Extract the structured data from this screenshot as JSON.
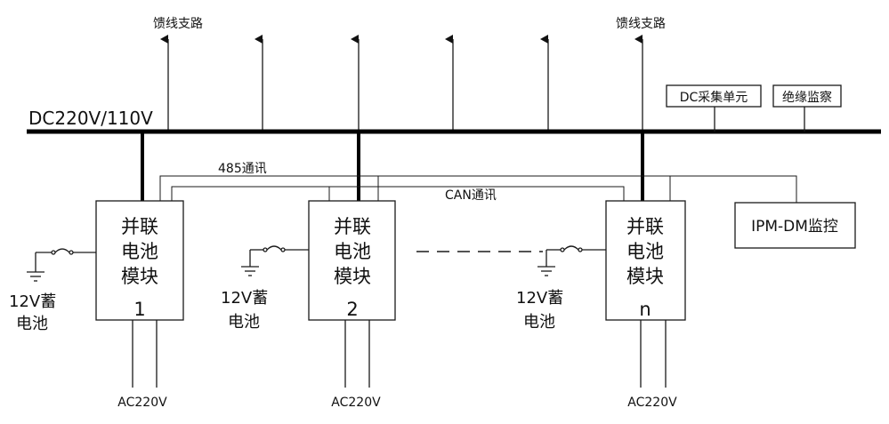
{
  "bus": {
    "label": "DC220V/110V"
  },
  "feeders": {
    "label_left": "馈线支路",
    "label_right": "馈线支路",
    "count": 6
  },
  "comm": {
    "rs485": "485通讯",
    "can": "CAN通讯"
  },
  "units": {
    "dc_acq": "DC采集单元",
    "insulation": "绝缘监察",
    "ipm": "IPM-DM监控"
  },
  "modules": [
    {
      "lines": [
        "并联",
        "电池",
        "模块"
      ],
      "index": "1"
    },
    {
      "lines": [
        "并联",
        "电池",
        "模块"
      ],
      "index": "2"
    },
    {
      "lines": [
        "并联",
        "电池",
        "模块"
      ],
      "index": "n"
    }
  ],
  "batteries": [
    {
      "line1": "12V蓄",
      "line2": "电池"
    },
    {
      "line1": "12V蓄",
      "line2": "电池"
    },
    {
      "line1": "12V蓄",
      "line2": "电池"
    }
  ],
  "ac_inputs": [
    "AC220V",
    "AC220V",
    "AC220V"
  ]
}
